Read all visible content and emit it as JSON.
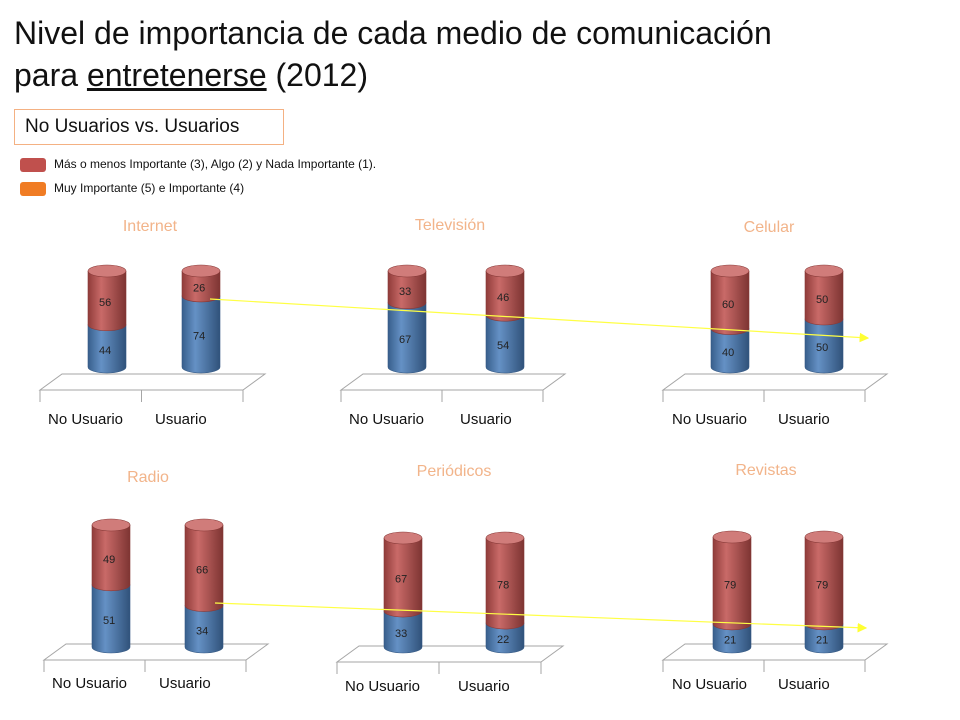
{
  "header": {
    "title_line1": "Nivel de importancia de cada medio de comunicación",
    "title_line2_pre": "para ",
    "title_line2_underlined": "entretenerse",
    "title_line2_post": " (2012)"
  },
  "subtitle": "No Usuarios vs. Usuarios",
  "legend": [
    {
      "label": "Más o menos Importante (3), Algo (2) y Nada Importante (1).",
      "color": "#c0504d"
    },
    {
      "label": "Muy Importante (5) e Importante (4)",
      "color": "#f07c24"
    }
  ],
  "chart_data": [
    {
      "type": "bar",
      "stacked": true,
      "title": "Internet",
      "categories": [
        "No Usuario",
        "Usuario"
      ],
      "series": [
        {
          "values": [
            44,
            74
          ],
          "color": "#4a7ebb"
        },
        {
          "values": [
            56,
            26
          ],
          "color": "#c0504d"
        }
      ],
      "ylim": [
        0,
        100
      ]
    },
    {
      "type": "bar",
      "stacked": true,
      "title": "Televisión",
      "categories": [
        "No Usuario",
        "Usuario"
      ],
      "series": [
        {
          "values": [
            67,
            54
          ],
          "color": "#4a7ebb"
        },
        {
          "values": [
            33,
            46
          ],
          "color": "#c0504d"
        }
      ],
      "ylim": [
        0,
        100
      ]
    },
    {
      "type": "bar",
      "stacked": true,
      "title": "Celular",
      "categories": [
        "No Usuario",
        "Usuario"
      ],
      "series": [
        {
          "values": [
            40,
            50
          ],
          "color": "#4a7ebb"
        },
        {
          "values": [
            60,
            50
          ],
          "color": "#c0504d"
        }
      ],
      "ylim": [
        0,
        100
      ]
    },
    {
      "type": "bar",
      "stacked": true,
      "title": "Radio",
      "categories": [
        "No Usuario",
        "Usuario"
      ],
      "series": [
        {
          "values": [
            51,
            34
          ],
          "color": "#4a7ebb"
        },
        {
          "values": [
            49,
            66
          ],
          "color": "#c0504d"
        }
      ],
      "ylim": [
        0,
        100
      ]
    },
    {
      "type": "bar",
      "stacked": true,
      "title": "Periódicos",
      "categories": [
        "No Usuario",
        "Usuario"
      ],
      "series": [
        {
          "values": [
            33,
            22
          ],
          "color": "#4a7ebb"
        },
        {
          "values": [
            67,
            78
          ],
          "color": "#c0504d"
        }
      ],
      "ylim": [
        0,
        100
      ]
    },
    {
      "type": "bar",
      "stacked": true,
      "title": "Revistas",
      "categories": [
        "No Usuario",
        "Usuario"
      ],
      "series": [
        {
          "values": [
            21,
            21
          ],
          "color": "#4a7ebb"
        },
        {
          "values": [
            79,
            79
          ],
          "color": "#c0504d"
        }
      ],
      "ylim": [
        0,
        100
      ]
    }
  ]
}
